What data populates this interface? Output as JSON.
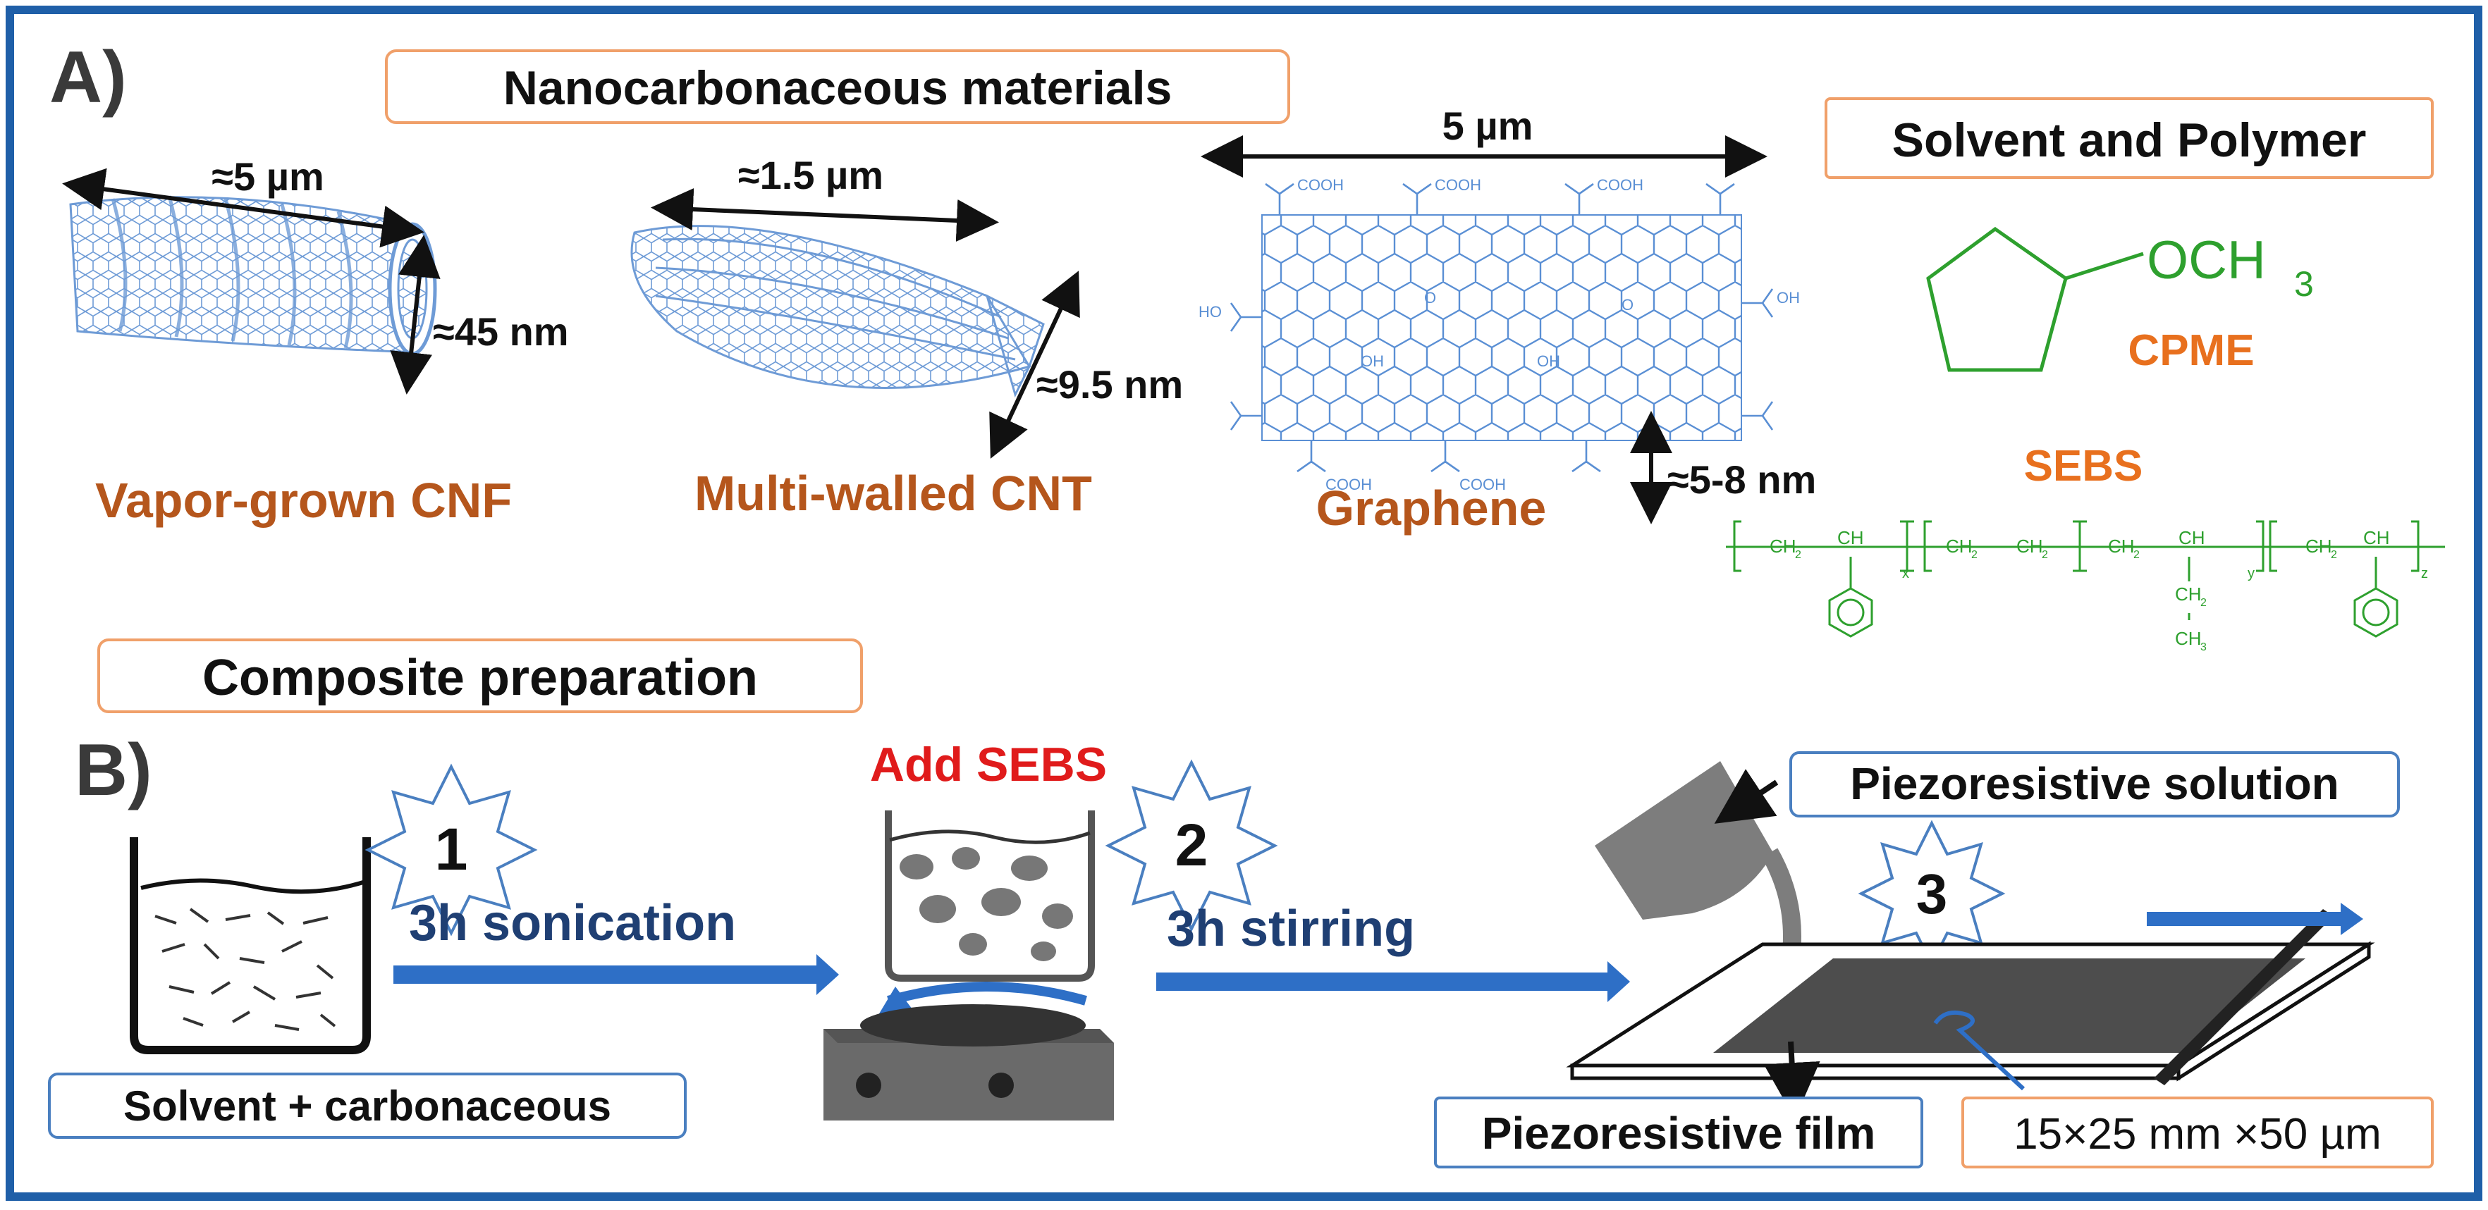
{
  "panel_a": {
    "letter": "A)",
    "header_nano": "Nanocarbonaceous materials",
    "header_solvent": "Solvent and Polymer",
    "cnf": {
      "length": "≈5 µm",
      "diameter": "≈45 nm",
      "name": "Vapor-grown CNF"
    },
    "cnt": {
      "length": "≈1.5 µm",
      "diameter": "≈9.5 nm",
      "name": "Multi-walled CNT"
    },
    "graphene": {
      "width": "5 µm",
      "thickness": "≈5-8 nm",
      "name": "Graphene",
      "cooh": "COOH",
      "oh": "OH",
      "o": "O",
      "ho": "HO"
    },
    "cpme": {
      "substituent": "OCH",
      "subscript": "3",
      "name": "CPME"
    },
    "sebs": {
      "name": "SEBS",
      "ch2": "CH",
      "ch": "CH",
      "ch3": "CH",
      "sub2": "2",
      "sub3": "3",
      "x": "x",
      "y": "y",
      "z": "z"
    }
  },
  "panel_b": {
    "letter": "B)",
    "header": "Composite preparation",
    "step1": {
      "number": "1",
      "label": "3h sonication",
      "caption": "Solvent + carbonaceous"
    },
    "step2": {
      "number": "2",
      "label": "3h stirring",
      "add": "Add SEBS"
    },
    "step3": {
      "number": "3",
      "solution": "Piezoresistive solution",
      "film": "Piezoresistive film",
      "dimensions": "15×25 mm ×50 µm"
    }
  },
  "colors": {
    "frame": "#1f5fa8",
    "orange_box": "#f0a06a",
    "blue_box": "#4a7fc0",
    "brown": "#b5561c",
    "green": "#2ea02e",
    "orange_text": "#e8701e",
    "red": "#e01b1b",
    "navy_text": "#1f3f73",
    "arrow_blue": "#2e6fc6",
    "structure_blue": "#5a8fd4",
    "tube_blue": "#6e9bd6",
    "gray": "#808080"
  }
}
